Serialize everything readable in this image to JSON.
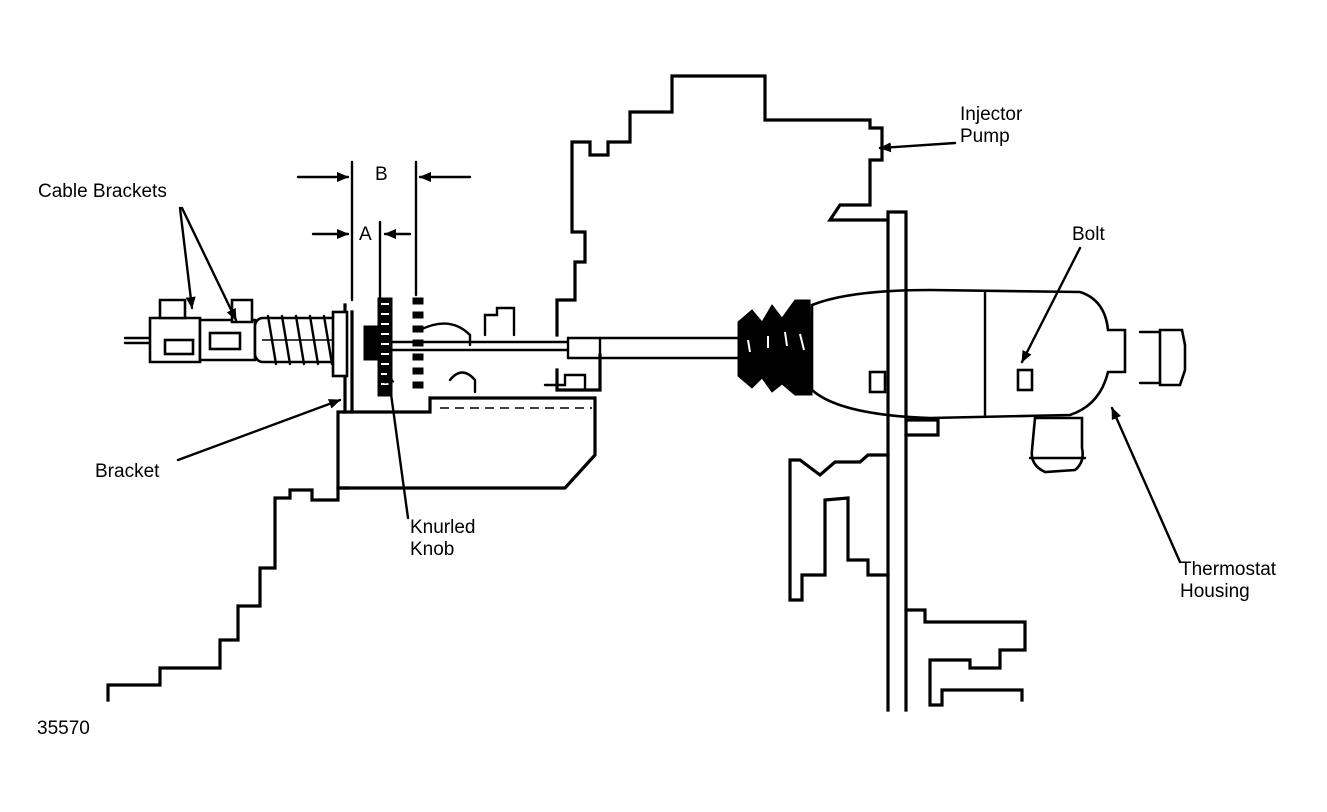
{
  "labels": {
    "cable_brackets": "Cable Brackets",
    "dim_b": "B",
    "dim_a": "A",
    "bracket": "Bracket",
    "knurled_knob": [
      "Knurled",
      "Knob"
    ],
    "injector_pump": [
      "Injector",
      "Pump"
    ],
    "bolt": "Bolt",
    "thermostat_housing": [
      "Thermostat",
      "Housing"
    ],
    "figure_number": "35570"
  },
  "colors": {
    "ink": "#000000",
    "paper": "#ffffff"
  }
}
